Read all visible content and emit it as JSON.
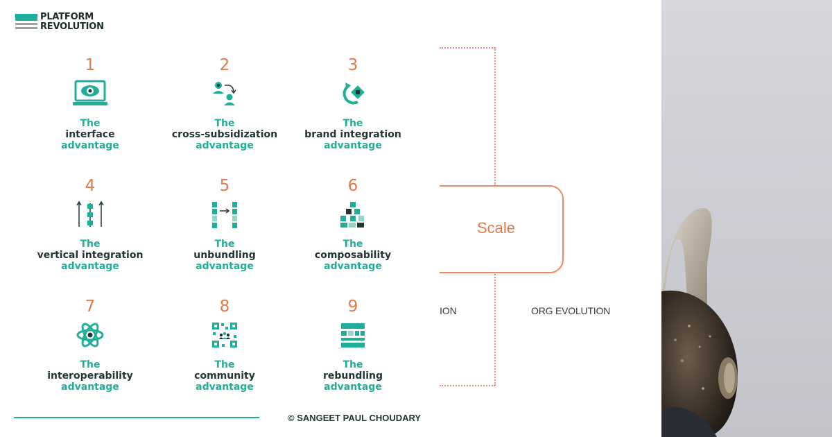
{
  "logo": {
    "line1": "PLATFORM",
    "line2": "REVOLUTION",
    "mark_color": "#1fae99"
  },
  "colors": {
    "accent_teal": "#1fae99",
    "accent_orange": "#e07a48",
    "text_dark": "#233434"
  },
  "advantages": [
    {
      "number": "1",
      "the": "The",
      "name": "interface",
      "suffix": "advantage",
      "icon": "monitor-eye-icon"
    },
    {
      "number": "2",
      "the": "The",
      "name": "cross-subsidization",
      "suffix": "advantage",
      "icon": "user-transfer-icon"
    },
    {
      "number": "3",
      "the": "The",
      "name": "brand integration",
      "suffix": "advantage",
      "icon": "refresh-brand-icon"
    },
    {
      "number": "4",
      "the": "The",
      "name": "vertical integration",
      "suffix": "advantage",
      "icon": "vertical-arrows-icon"
    },
    {
      "number": "5",
      "the": "The",
      "name": "unbundling",
      "suffix": "advantage",
      "icon": "unbundle-blocks-icon"
    },
    {
      "number": "6",
      "the": "The",
      "name": "composability",
      "suffix": "advantage",
      "icon": "block-pyramid-icon"
    },
    {
      "number": "7",
      "the": "The",
      "name": "interoperability",
      "suffix": "advantage",
      "icon": "atom-icon"
    },
    {
      "number": "8",
      "the": "The",
      "name": "community",
      "suffix": "advantage",
      "icon": "community-grid-icon"
    },
    {
      "number": "9",
      "the": "The",
      "name": "rebundling",
      "suffix": "advantage",
      "icon": "rebundle-blocks-icon"
    }
  ],
  "diagram": {
    "scale_label": "Scale",
    "left_label": "ION",
    "right_label": "ORG EVOLUTION"
  },
  "footer": {
    "copyright": "© SANGEET PAUL CHOUDARY"
  }
}
